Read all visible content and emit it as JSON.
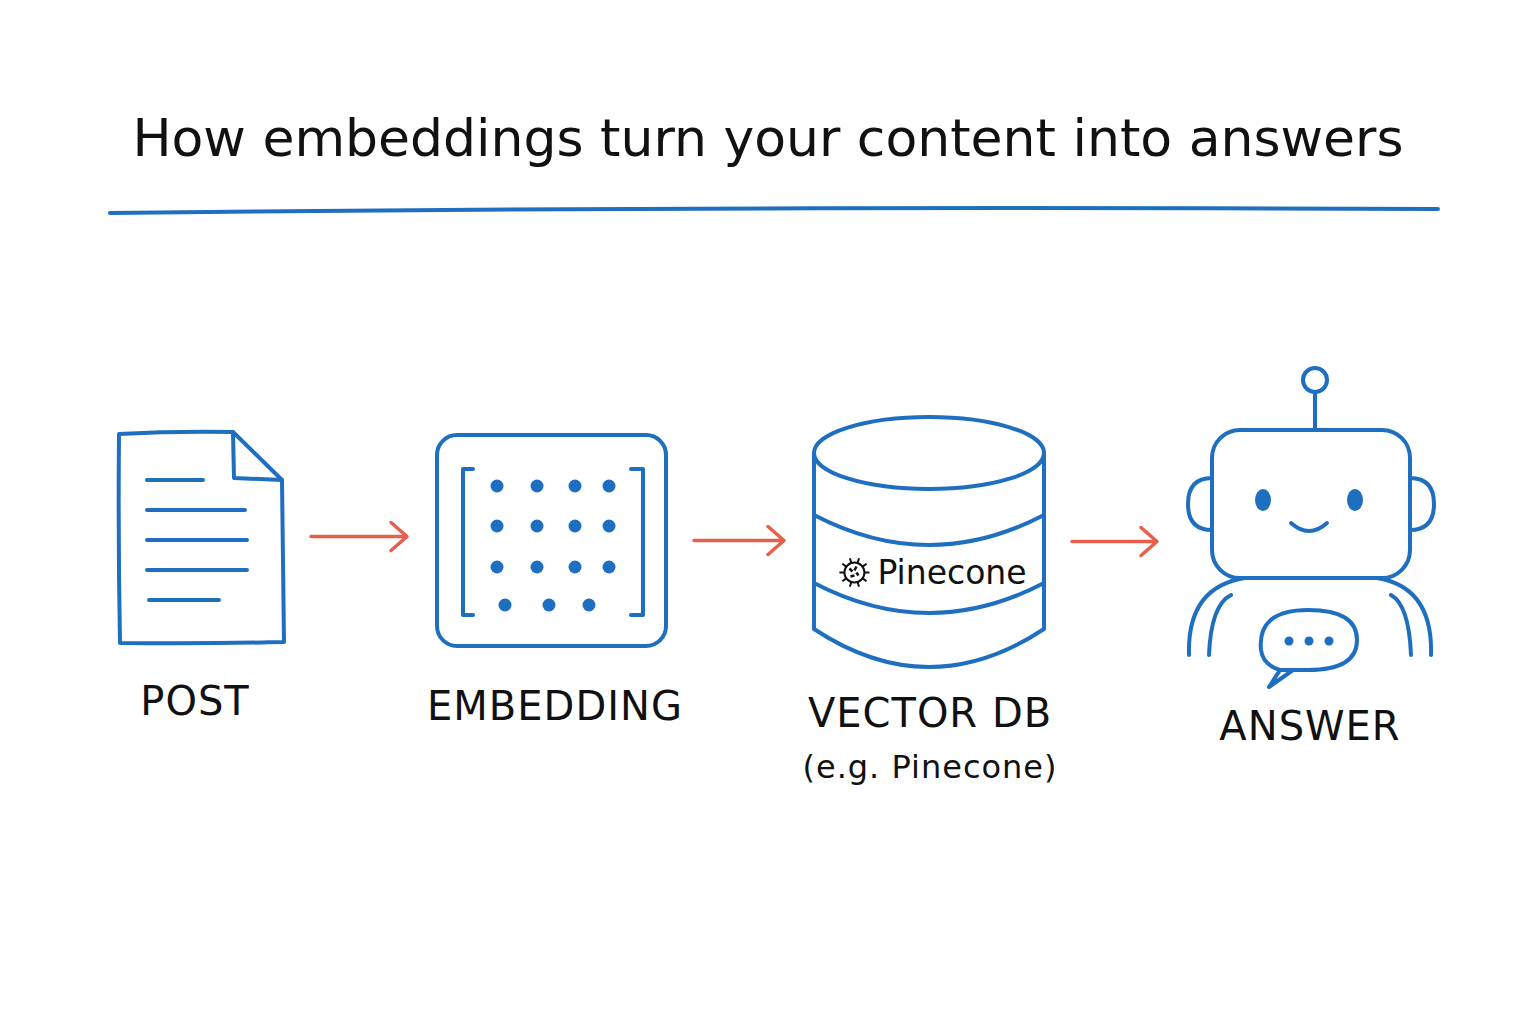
{
  "diagram": {
    "title": "How embeddings turn your content into answers",
    "nodes": [
      {
        "text": [
          "POST"
        ]
      },
      {
        "text": [
          "EMBEDDING"
        ]
      },
      {
        "text": [
          "Pinecone",
          "VECTOR DB",
          "(e.g. Pinecone)"
        ]
      },
      {
        "text": [
          "ANSWER"
        ]
      }
    ],
    "edges": [
      {
        "from": 0,
        "to": 1,
        "arrow": "to"
      },
      {
        "from": 1,
        "to": 2,
        "arrow": "to"
      },
      {
        "from": 2,
        "to": 3,
        "arrow": "to"
      }
    ]
  }
}
